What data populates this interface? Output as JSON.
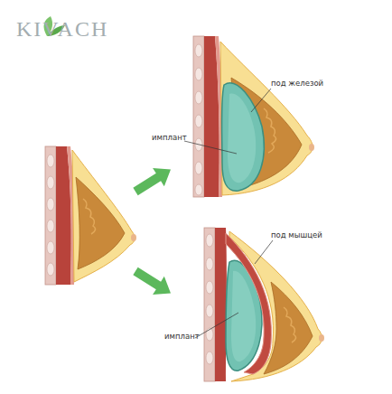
{
  "diagram": {
    "labels": [
      "KIVACH",
      "под железой",
      "имплант",
      "под мышцей",
      "имплант"
    ]
  }
}
